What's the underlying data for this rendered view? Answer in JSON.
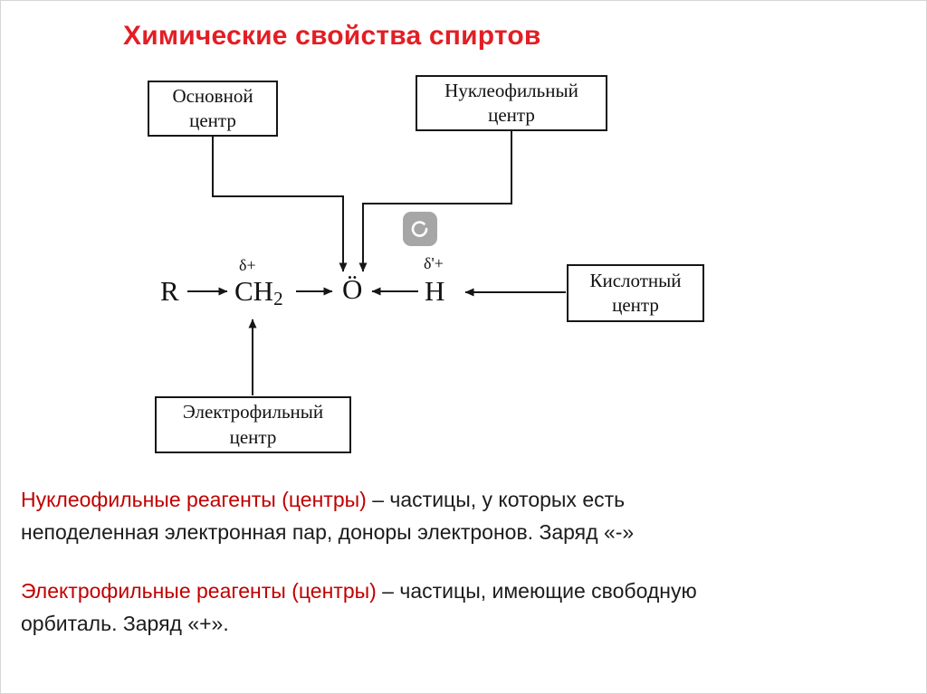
{
  "colors": {
    "title_red": "#e31e24",
    "text_red": "#c00000",
    "line_black": "#161616",
    "icon_grey": "#a6a6a6"
  },
  "title": "Химические свойства спиртов",
  "diagram": {
    "boxes": {
      "basic": {
        "line1": "Основной",
        "line2": "центр"
      },
      "nucleophilic": {
        "line1": "Нуклеофильный",
        "line2": "центр"
      },
      "acidic": {
        "line1": "Кислотный",
        "line2": "центр"
      },
      "electrophilic": {
        "line1": "Электрофильный",
        "line2": "центр"
      }
    },
    "formula": {
      "r": "R",
      "ch": "CH",
      "ch_sub": "2",
      "o": "Ö",
      "h": "H",
      "delta_plus": "δ+",
      "delta_prime_plus": "δ'+"
    }
  },
  "paragraphs": {
    "nucleophilic": {
      "lead": "Нуклеофильные реагенты (центры)",
      "line1_rest": " –  частицы, у которых есть",
      "line2": "неподеленная электронная пар, доноры электронов. Заряд «-»"
    },
    "electrophilic": {
      "lead": "Электрофильные реагенты (центры)",
      "line1_rest": " – частицы, имеющие свободную",
      "line2": "орбиталь. Заряд «+»."
    }
  }
}
